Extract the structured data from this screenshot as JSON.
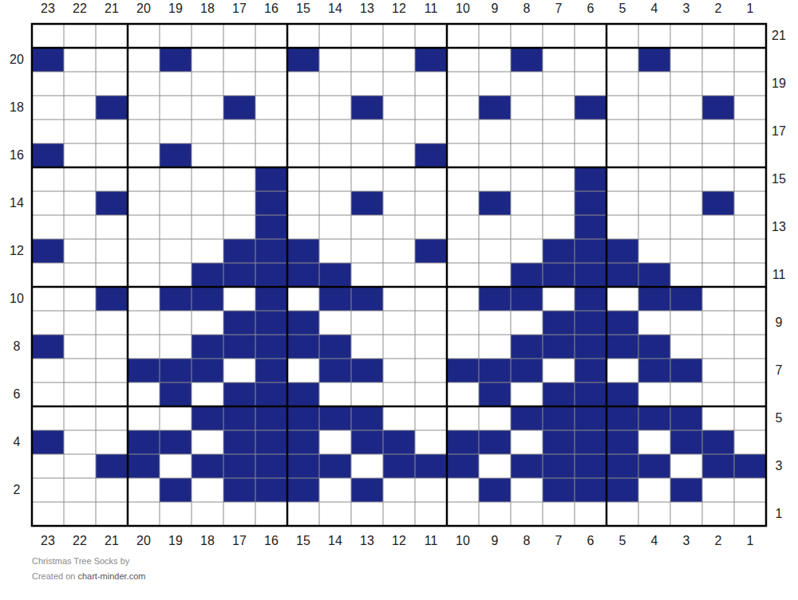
{
  "diagram": {
    "labels": [
      "23",
      "22",
      "21",
      "20",
      "19",
      "18",
      "17",
      "16",
      "15",
      "14",
      "13",
      "12",
      "11",
      "10",
      "9",
      "8",
      "7",
      "6",
      "5",
      "4",
      "3",
      "2",
      "1",
      "21",
      "20",
      "19",
      "18",
      "17",
      "16",
      "15",
      "14",
      "13",
      "12",
      "11",
      "10",
      "9",
      "8",
      "7",
      "6",
      "5",
      "4",
      "3",
      "2",
      "1",
      "23",
      "22",
      "21",
      "20",
      "19",
      "18",
      "17",
      "16",
      "15",
      "14",
      "13",
      "12",
      "11",
      "10",
      "9",
      "8",
      "7",
      "6",
      "5",
      "4",
      "3",
      "2",
      "1",
      "Christmas Tree Socks by",
      "Created on",
      "chart-minder.com"
    ]
  }
}
